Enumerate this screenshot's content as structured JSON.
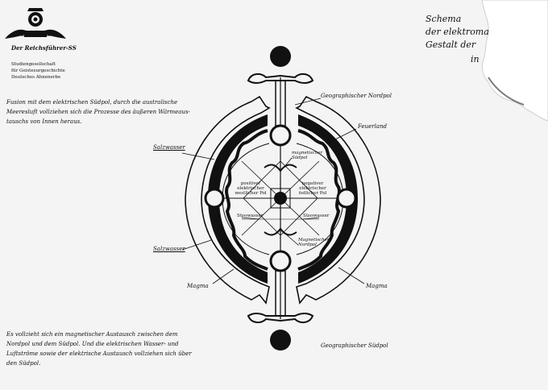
{
  "header": {
    "leader_title": "Der Reichsführer-SS",
    "society_line1": "Studiengesellschaft",
    "society_line2": "für Geistesurgeschichte",
    "society_line3": "Deutsches Ahnenerbe"
  },
  "schema_title": {
    "line1": "Schema",
    "line2": "der elektroma",
    "line3": "Gestalt der",
    "line4": "in"
  },
  "intro_text": {
    "line1": "Fusion mit dem elektrischen Südpol, durch die australische",
    "line2": "Meeresluft vollziehen sich die Prozesse des äußeren Wärmeaus-",
    "line3": "tauschs von Innen heraus."
  },
  "labels": {
    "geo_north": "Geographischer Nordpol",
    "feuerland": "Feuerland",
    "salzwasser_top": "Salzwasser",
    "salzwasser_bottom": "Salzwasser",
    "magnetic_south": "magnetischer Südpol",
    "magnetic_north": "Magnetischer Nordpol",
    "positive_left": "positiver elektrischer westlicher Pol",
    "negative_right": "negativer elektrischer östlicher Pol",
    "suesswasser_left": "Süsswasser",
    "suesswasser_right": "Süsswasser",
    "magma_left": "Magma",
    "magma_right": "Magma",
    "geo_south": "Geographischer Südpol"
  },
  "footer_text": {
    "line1": "Es vollzieht sich ein magnetischer Austausch zwischen dem",
    "line2": "Nordpol und dem Südpol. Und die elektrischen Wasser- und",
    "line3": "Luftströme sowie der elektrische Austausch vollziehen sich über",
    "line4": "den Südpol."
  },
  "colors": {
    "ink": "#111111",
    "paper": "#f4f4f4"
  }
}
